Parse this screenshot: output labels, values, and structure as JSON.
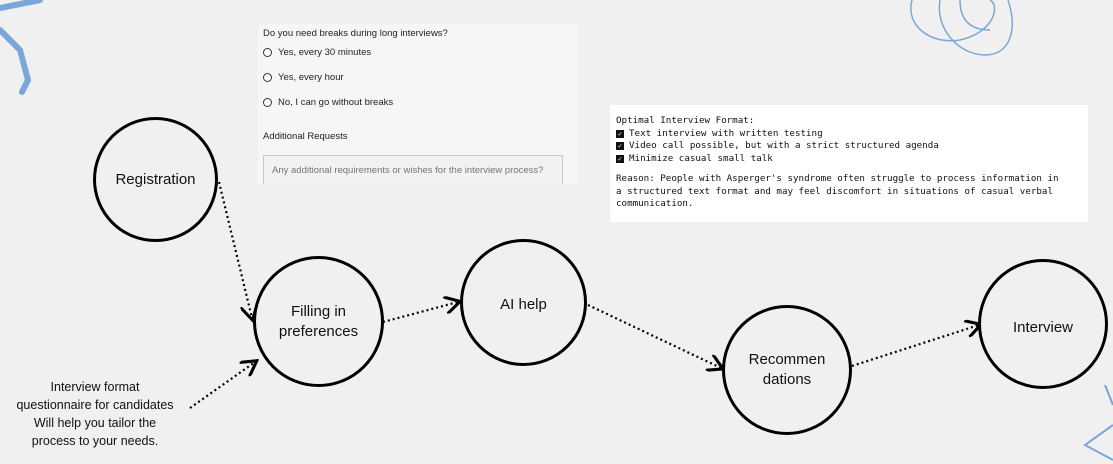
{
  "flow": {
    "registration": "Registration",
    "preferences": [
      "Filling in",
      "preferences"
    ],
    "ai_help": "AI help",
    "recommendations": [
      "Recommen",
      "dations"
    ],
    "interview": "Interview"
  },
  "caption": [
    "Interview format",
    "questionnaire for candidates",
    "Will help you tailor the",
    "process to your needs."
  ],
  "questionnaire": {
    "question": "Do you need breaks during long interviews?",
    "options": [
      "Yes, every 30 minutes",
      "Yes, every hour",
      "No, I can go without breaks"
    ],
    "additional_label": "Additional Requests",
    "additional_placeholder": "Any additional requirements or wishes for the interview process?"
  },
  "recommendation": {
    "title": "Optimal Interview Format:",
    "items": [
      "Text interview with written testing",
      "Video call possible, but with a strict structured agenda",
      "Minimize casual small talk"
    ],
    "reason": "Reason: People with Asperger's syndrome often struggle to process information in\na structured text format and may feel discomfort in situations of casual verbal\ncommunication."
  },
  "colors": {
    "background": "#f0f0f0",
    "node_border": "#000000",
    "decoration": "#7aa7d8"
  }
}
